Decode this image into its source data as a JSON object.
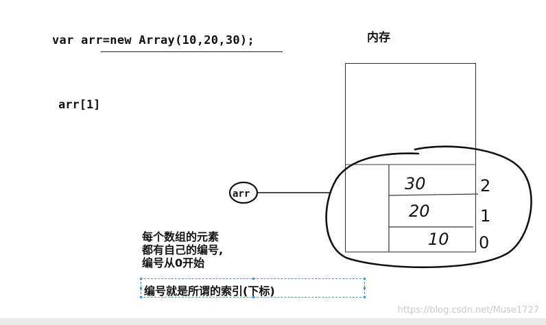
{
  "code": {
    "declaration": "var arr=new Array(10,20,30);",
    "access": "arr[1]"
  },
  "memory": {
    "title": "内存",
    "variable_label": "arr",
    "cells": [
      {
        "value": "30",
        "index": "2"
      },
      {
        "value": "20",
        "index": "1"
      },
      {
        "value": "10",
        "index": "0"
      }
    ]
  },
  "notes": {
    "line1": "每个数组的元素",
    "line2": "都有自己的编号,",
    "line3": "编号从0开始",
    "index_note": "编号就是所谓的索引(下标)"
  },
  "watermark": "https://blog.csdn.net/Muse1727"
}
